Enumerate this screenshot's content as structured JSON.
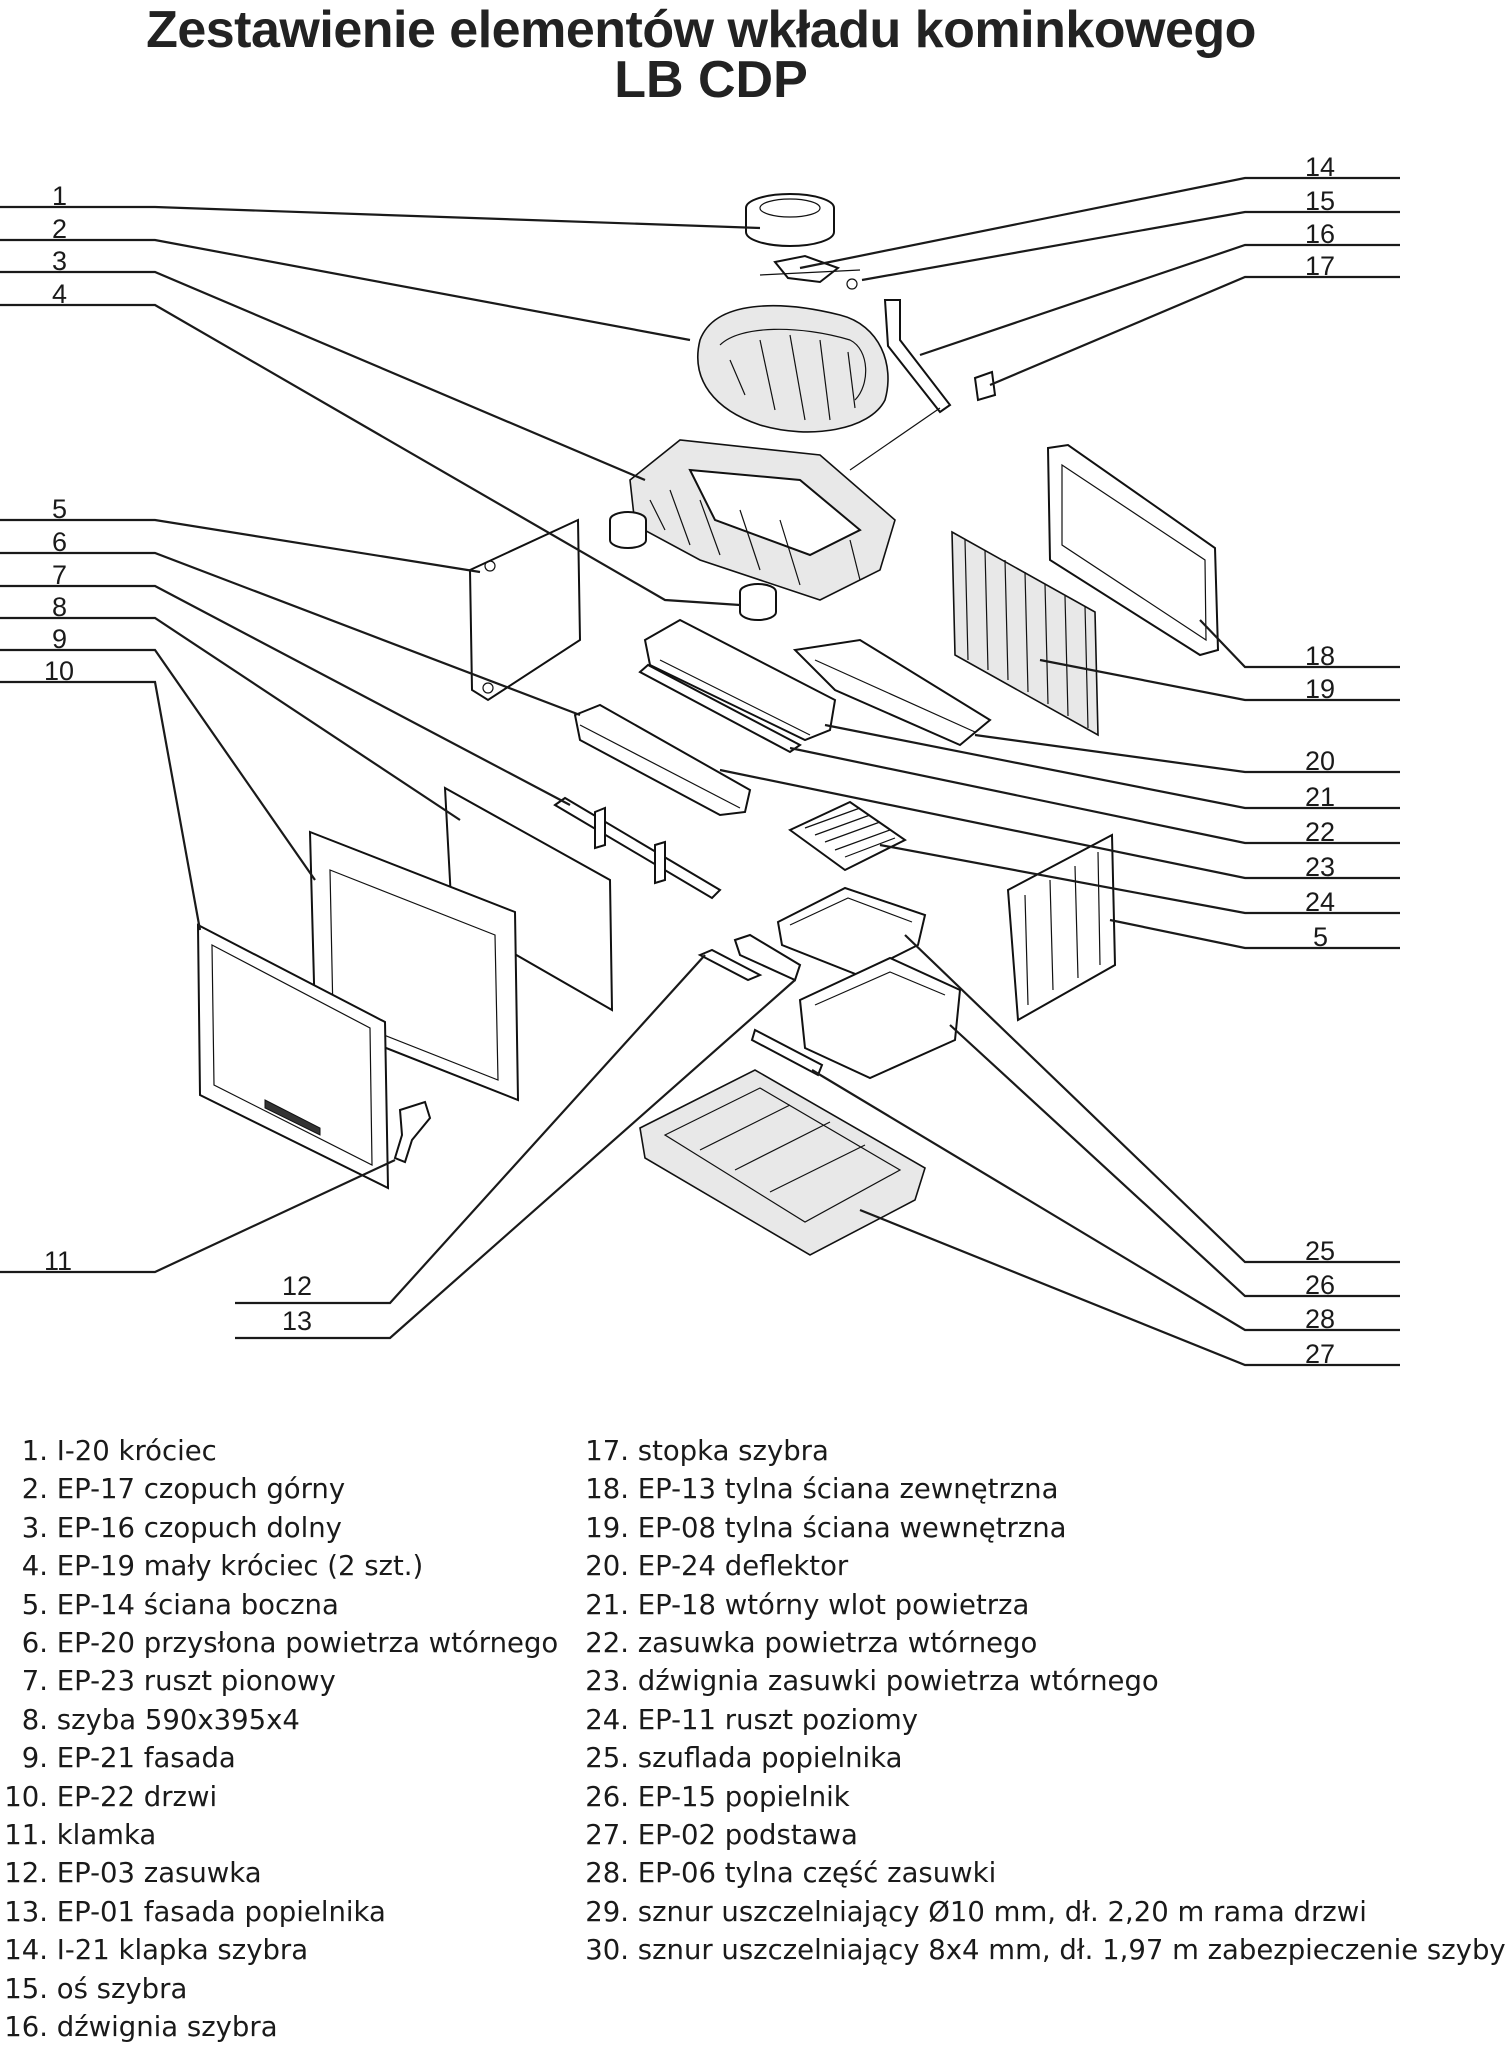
{
  "title_line1": "Zestawienie elementów wkładu kominkowego",
  "title_line2": "LB CDP",
  "callouts_left": [
    "1",
    "2",
    "3",
    "4",
    "5",
    "6",
    "7",
    "8",
    "9",
    "10",
    "11",
    "12",
    "13"
  ],
  "callouts_right": [
    "14",
    "15",
    "16",
    "17",
    "18",
    "19",
    "20",
    "21",
    "22",
    "23",
    "24",
    "5",
    "25",
    "26",
    "28",
    "27"
  ],
  "legend_col1": [
    {
      "num": "1.",
      "text": "I-20 króciec"
    },
    {
      "num": "2.",
      "text": "EP-17 czopuch górny"
    },
    {
      "num": "3.",
      "text": "EP-16 czopuch dolny"
    },
    {
      "num": "4.",
      "text": "EP-19 mały króciec (2 szt.)"
    },
    {
      "num": "5.",
      "text": "EP-14 ściana boczna"
    },
    {
      "num": "6.",
      "text": "EP-20 przysłona powietrza wtórnego"
    },
    {
      "num": "7.",
      "text": "EP-23 ruszt pionowy"
    },
    {
      "num": "8.",
      "text": "szyba 590x395x4"
    },
    {
      "num": "9.",
      "text": "EP-21 fasada"
    },
    {
      "num": "10.",
      "text": "EP-22 drzwi"
    },
    {
      "num": "11.",
      "text": "klamka"
    },
    {
      "num": "12.",
      "text": "EP-03 zasuwka"
    },
    {
      "num": "13.",
      "text": "EP-01 fasada popielnika"
    },
    {
      "num": "14.",
      "text": "I-21 klapka szybra"
    },
    {
      "num": "15.",
      "text": "oś szybra"
    },
    {
      "num": "16.",
      "text": "dźwignia szybra"
    }
  ],
  "legend_col2": [
    {
      "num": "17.",
      "text": "stopka szybra"
    },
    {
      "num": "18.",
      "text": "EP-13 tylna ściana zewnętrzna"
    },
    {
      "num": "19.",
      "text": "EP-08 tylna ściana wewnętrzna"
    },
    {
      "num": "20.",
      "text": "EP-24 deflektor"
    },
    {
      "num": "21.",
      "text": "EP-18 wtórny wlot powietrza"
    },
    {
      "num": "22.",
      "text": "zasuwka powietrza wtórnego"
    },
    {
      "num": "23.",
      "text": "dźwignia zasuwki powietrza wtórnego"
    },
    {
      "num": "24.",
      "text": "EP-11 ruszt poziomy"
    },
    {
      "num": "25.",
      "text": "szuflada popielnika"
    },
    {
      "num": "26.",
      "text": "EP-15 popielnik"
    },
    {
      "num": "27.",
      "text": "EP-02 podstawa"
    },
    {
      "num": "28.",
      "text": "EP-06 tylna część zasuwki"
    },
    {
      "num": "29.",
      "text": "sznur uszczelniający Ø10 mm, dł. 2,20 m rama drzwi"
    },
    {
      "num": "30.",
      "text": "sznur uszczelniający 8x4 mm, dł. 1,97 m zabezpieczenie szyby"
    }
  ]
}
